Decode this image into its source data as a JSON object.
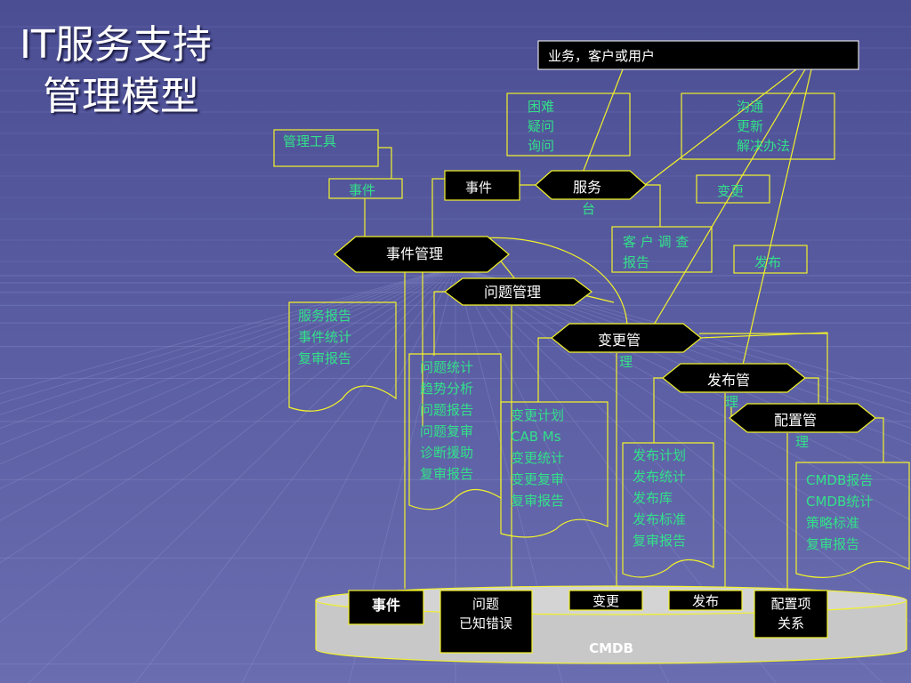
{
  "title": {
    "line1": "IT服务支持",
    "line2": "管理模型"
  },
  "top_bar": "业务，客户或用户",
  "boxes": {
    "difficulty": [
      "困难",
      "疑问",
      "询问"
    ],
    "communication": [
      "沟通",
      "更新",
      "解决办法"
    ],
    "tools": "管理工具",
    "incident_small": "事件",
    "change_small": "变更",
    "survey": [
      "客 户 调 查",
      "报告"
    ],
    "release_small": "发布"
  },
  "dark_boxes": {
    "incident": "事件"
  },
  "hexagons": {
    "service_desk": [
      "服务",
      "台"
    ],
    "incident_mgmt": "事件管理",
    "problem_mgmt": "问题管理",
    "change_mgmt": [
      "变更管",
      "理"
    ],
    "release_mgmt": [
      "发布管",
      "理"
    ],
    "config_mgmt": [
      "配置管",
      "理"
    ]
  },
  "documents": {
    "incident_docs": [
      "服务报告",
      "事件统计",
      "复审报告"
    ],
    "problem_docs": [
      "问题统计",
      "趋势分析",
      "问题报告",
      "问题复审",
      "诊断援助",
      "复审报告"
    ],
    "change_docs": [
      "变更计划",
      "CAB Ms",
      "变更统计",
      "变更复审",
      "复审报告"
    ],
    "release_docs": [
      "发布计划",
      "发布统计",
      "发布库",
      "发布标准",
      "复审报告"
    ],
    "config_docs": [
      "CMDB报告",
      "CMDB统计",
      "策略标准",
      "复审报告"
    ]
  },
  "cmdb": {
    "label": "CMDB",
    "items": {
      "incident": "事件",
      "problem": [
        "问题",
        "已知错误"
      ],
      "change": "变更",
      "release": "发布",
      "config": [
        "配置项",
        "关系"
      ]
    }
  },
  "colors": {
    "line": "#f2f22a",
    "text_green": "#33e08a",
    "hex_fill": "#000000",
    "cylinder": "#c8c8c8"
  }
}
